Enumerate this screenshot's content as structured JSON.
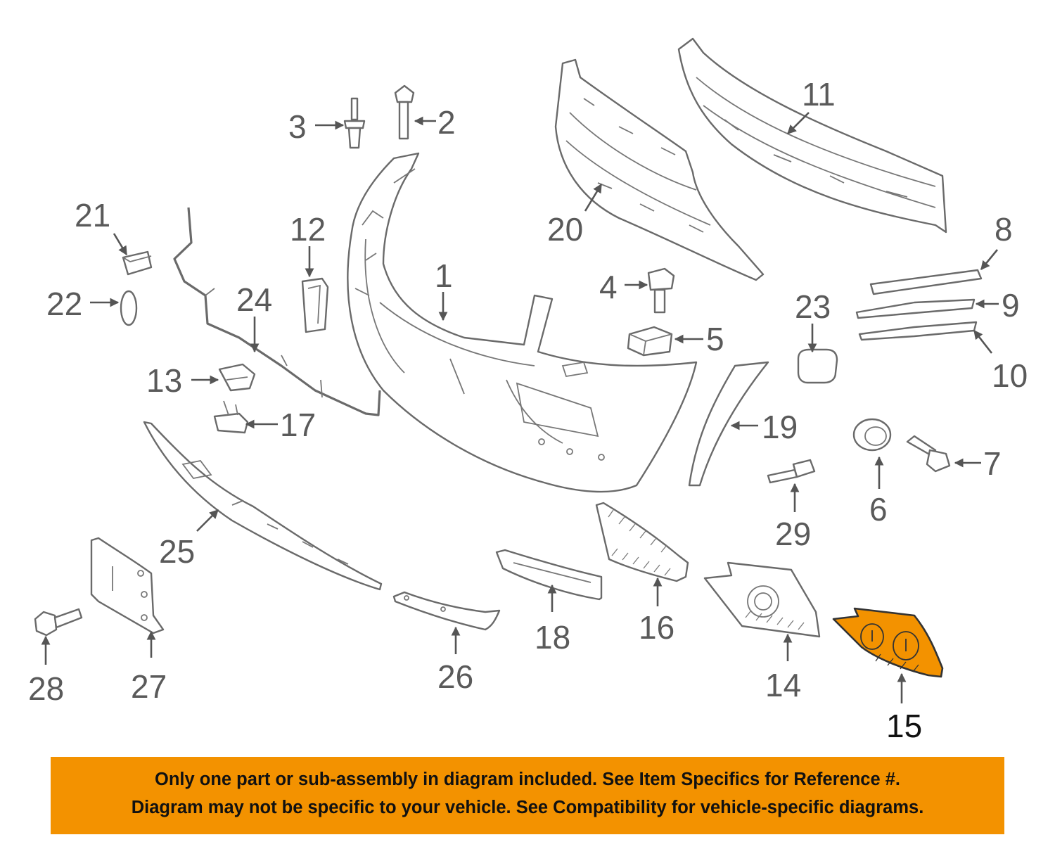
{
  "colors": {
    "highlight": "#f39200",
    "banner": "#f39200",
    "line": "#6a6a6a",
    "label": "#5a5a5a",
    "highlight_label": "#111111"
  },
  "callouts": {
    "c1": "1",
    "c2": "2",
    "c3": "3",
    "c4": "4",
    "c5": "5",
    "c6": "6",
    "c7": "7",
    "c8": "8",
    "c9": "9",
    "c10": "10",
    "c11": "11",
    "c12": "12",
    "c13": "13",
    "c14": "14",
    "c15": "15",
    "c16": "16",
    "c17": "17",
    "c18": "18",
    "c19": "19",
    "c20": "20",
    "c21": "21",
    "c22": "22",
    "c23": "23",
    "c24": "24",
    "c25": "25",
    "c26": "26",
    "c27": "27",
    "c28": "28",
    "c29": "29"
  },
  "highlighted_part": "15",
  "notice": {
    "line1": "Only one part or sub-assembly in diagram included. See Item Specifics for Reference #.",
    "line2": "Diagram may not be specific to your vehicle. See Compatibility for vehicle-specific diagrams."
  }
}
